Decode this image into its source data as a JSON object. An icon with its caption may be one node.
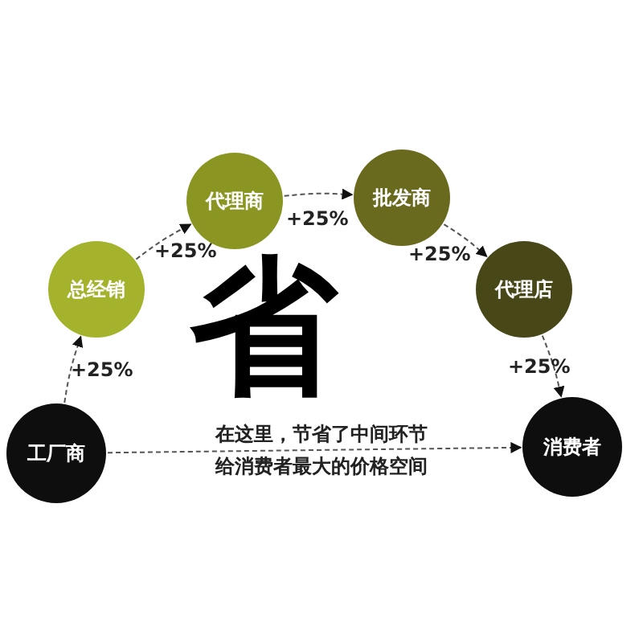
{
  "diagram": {
    "nodes": [
      {
        "text": [
          "工厂商"
        ]
      },
      {
        "text": [
          "总经销"
        ]
      },
      {
        "text": [
          "代理商"
        ]
      },
      {
        "text": [
          "批发商"
        ]
      },
      {
        "text": [
          "代理店"
        ]
      },
      {
        "text": [
          "消费者"
        ]
      }
    ],
    "edges": [
      {
        "from": 0,
        "to": 1,
        "arrow": "to",
        "label": "+25%",
        "style": "dashed"
      },
      {
        "from": 1,
        "to": 2,
        "arrow": "to",
        "label": "+25%",
        "style": "dashed"
      },
      {
        "from": 2,
        "to": 3,
        "arrow": "to",
        "label": "+25%",
        "style": "dashed"
      },
      {
        "from": 3,
        "to": 4,
        "arrow": "to",
        "label": "+25%",
        "style": "dashed"
      },
      {
        "from": 4,
        "to": 5,
        "arrow": "to",
        "label": "+25%",
        "style": "dashed"
      },
      {
        "from": 0,
        "to": 5,
        "arrow": "to",
        "label": "在这里，节省了中间环节给消费者最大的价格空间",
        "style": "dashed"
      }
    ],
    "labels": [
      "省"
    ]
  }
}
